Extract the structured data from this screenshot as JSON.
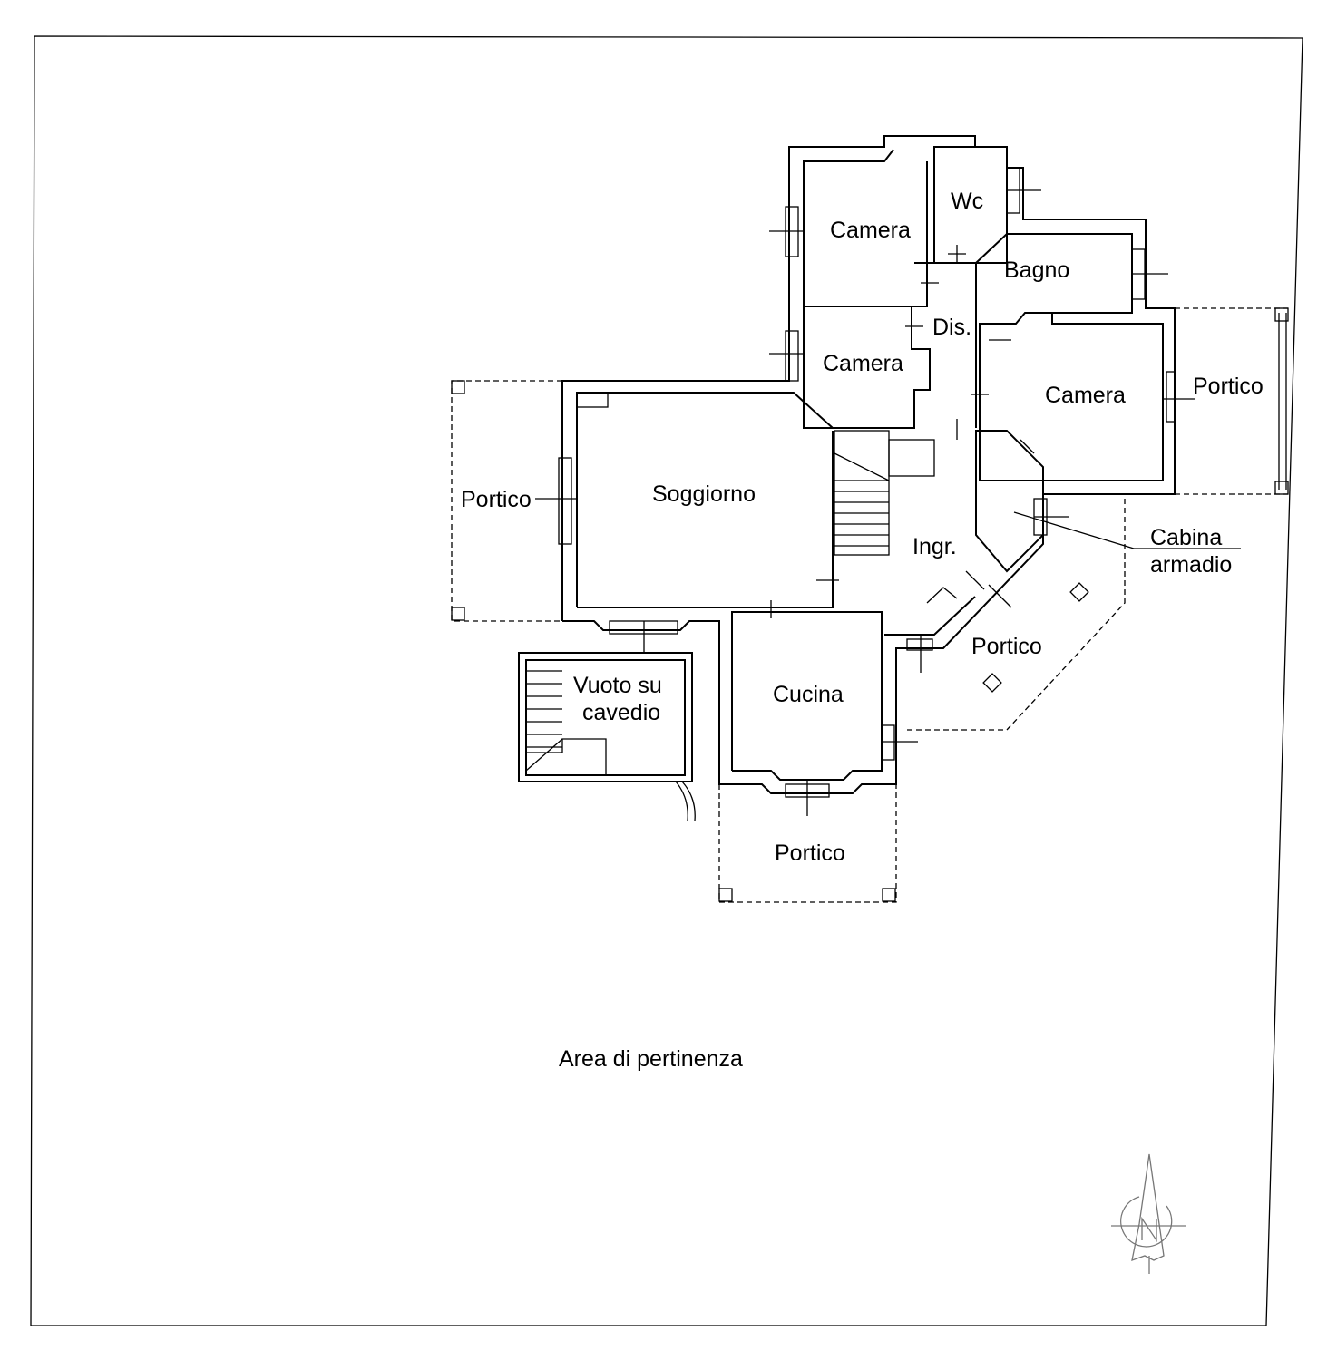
{
  "plan": {
    "rooms": {
      "camera_top": "Camera",
      "wc": "Wc",
      "bagno": "Bagno",
      "camera_mid": "Camera",
      "dis": "Dis.",
      "camera_right": "Camera",
      "portico_right": "Portico",
      "portico_left": "Portico",
      "soggiorno": "Soggiorno",
      "ingresso": "Ingr.",
      "cabina_line1": "Cabina",
      "cabina_line2": "armadio",
      "portico_se": "Portico",
      "vuoto_line1": "Vuoto su",
      "vuoto_line2": "cavedio",
      "cucina": "Cucina",
      "portico_bottom": "Portico"
    },
    "area_label": "Area di pertinenza",
    "compass_letter": "N",
    "colors": {
      "lines": "#000000",
      "compass": "#777777",
      "background": "#ffffff"
    }
  }
}
